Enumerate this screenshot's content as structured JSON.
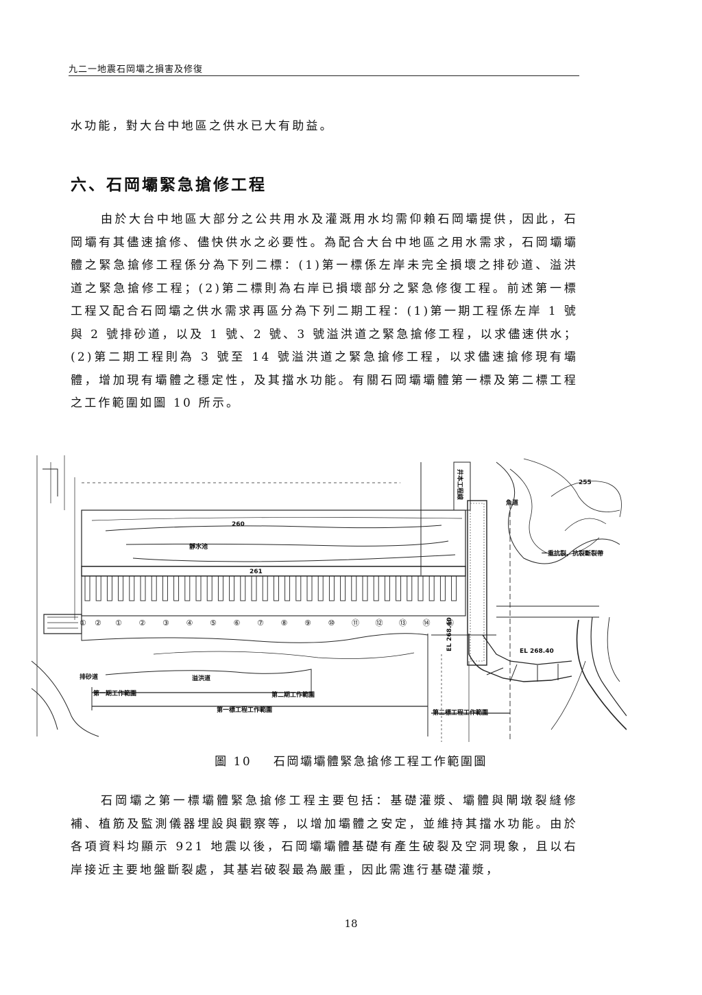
{
  "header": {
    "title": "九二一地震石岡壩之損害及修復"
  },
  "paragraphs": {
    "p0": "水功能，對大台中地區之供水已大有助益。",
    "p1": "由於大台中地區大部分之公共用水及灌溉用水均需仰賴石岡壩提供，因此，石岡壩有其儘速搶修、儘快供水之必要性。為配合大台中地區之用水需求，石岡壩壩體之緊急搶修工程係分為下列二標：(1)第一標係左岸未完全損壞之排砂道、溢洪道之緊急搶修工程；(2)第二標則為右岸已損壞部分之緊急修復工程。前述第一標工程又配合石岡壩之供水需求再區分為下列二期工程：(1)第一期工程係左岸 1 號與 2 號排砂道，以及 1 號、2 號、3 號溢洪道之緊急搶修工程，以求儘速供水；(2)第二期工程則為 3 號至 14 號溢洪道之緊急搶修工程，以求儘速搶修現有壩體，增加現有壩體之穩定性，及其擋水功能。有關石岡壩壩體第一標及第二標工程之工作範圍如圖 10 所示。",
    "p2": "石岡壩之第一標壩體緊急搶修工程主要包括：基礎灌漿、壩體與閘墩裂縫修補、植筋及監測儀器埋設與觀察等，以增加壩體之安定，並維持其擋水功能。由於各項資料均顯示 921 地震以後，石岡壩壩體基礎有產生破裂及空洞現象，且以右岸接近主要地盤斷裂處，其基岩破裂最為嚴重，因此需進行基礎灌漿，"
  },
  "section_heading": "六、石岡壩緊急搶修工程",
  "figure": {
    "labels": {
      "sand_channel": "排砂道",
      "spillway": "溢洪道",
      "phase1": "第一期工作範圍",
      "phase2": "第二期工作範圍",
      "section1": "第一標工程工作範圍",
      "section2": "第二標工程工作範圍",
      "still_basin": "靜水池",
      "fishway": "魚道",
      "boundary": "井本工程線",
      "fault": "一重抗裂，抗裂斷裂帶",
      "el_left": "EL 268.40",
      "el_right": "EL 268.40",
      "c260": "260",
      "c261": "261",
      "c255": "255"
    },
    "gate_numbers": [
      "①",
      "②",
      "①",
      "②",
      "③",
      "④",
      "⑤",
      "⑥",
      "⑦",
      "⑧",
      "⑨",
      "⑩",
      "⑪",
      "⑫",
      "⑬",
      "⑭",
      "⑮"
    ],
    "caption_number": "圖 10",
    "caption_title": "石岡壩壩體緊急搶修工程工作範圍圖"
  },
  "page_number": "18"
}
